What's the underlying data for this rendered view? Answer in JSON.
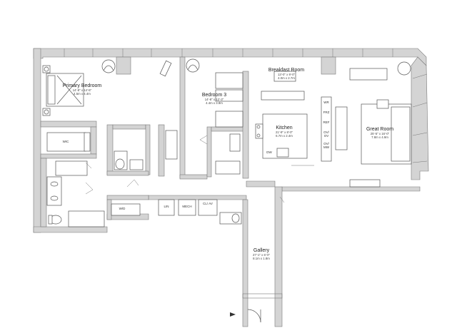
{
  "rooms": {
    "primary_bedroom": {
      "name": "Primary Bedroom",
      "dim_imperial": "14'-8\" x 14'-5\"",
      "dim_metric": "4.5m x 4.4m"
    },
    "bedroom3": {
      "name": "Bedroom 3",
      "dim_imperial": "14'-8\" x 12'-3\"",
      "dim_metric": "4.4m x 3.9m"
    },
    "breakfast_room": {
      "name": "Breakfast Room",
      "dim_imperial": "13'-0\" x 9'-0\"",
      "dim_metric": "4.0m x 2.7m"
    },
    "kitchen": {
      "name": "Kitchen",
      "dim_imperial": "21'-9\" x 8'-0\"",
      "dim_metric": "6.7m x 2.4m"
    },
    "great_room": {
      "name": "Great Room",
      "dim_imperial": "25'-5\" x 16'-0\"",
      "dim_metric": "7.8m x 4.9m"
    },
    "gallery": {
      "name": "Gallery",
      "dim_imperial": "27'-1\" x 6'-0\"",
      "dim_metric": "8.1m x 1.8m"
    }
  },
  "tags": {
    "wic": "WIC",
    "wd": "W/D",
    "mech": "MECH",
    "cl_av": "CL/ AV",
    "lin": "LIN",
    "dw": "DW",
    "wr": "WR",
    "frz": "FRZ",
    "ref": "REF",
    "ov_ov": "OV/ OV",
    "ov_mw": "OV/ MW"
  },
  "colors": {
    "wall_fill": "#d4d4d4",
    "wall_edge": "#7a7a7a",
    "fixture": "#555555"
  }
}
